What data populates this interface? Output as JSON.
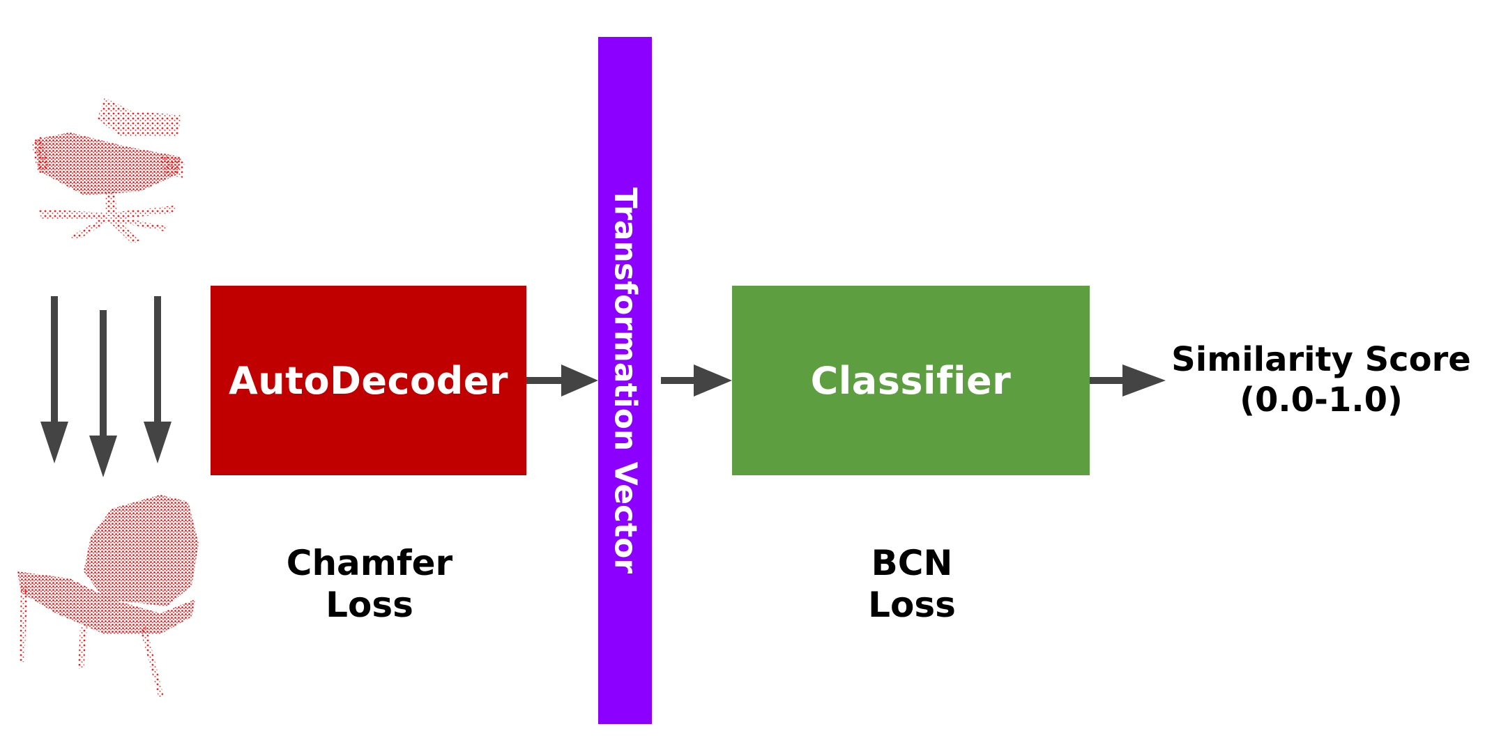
{
  "diagram": {
    "autodecoder": {
      "label": "AutoDecoder",
      "color": "#c00000"
    },
    "transformation_vector": {
      "label": "Transformation Vector",
      "color": "#8b00ff"
    },
    "classifier": {
      "label": "Classifier",
      "color": "#5c9e40"
    },
    "output": {
      "line1": "Similarity Score",
      "line2": "(0.0-1.0)"
    },
    "chamfer_loss": {
      "line1": "Chamfer",
      "line2": "Loss"
    },
    "bcn_loss": {
      "line1": "BCN",
      "line2": "Loss"
    },
    "arrow_color": "#444444",
    "point_cloud_color": "#ff0000",
    "icons": [
      "office-chair-point-cloud",
      "lounge-chair-point-cloud"
    ]
  }
}
